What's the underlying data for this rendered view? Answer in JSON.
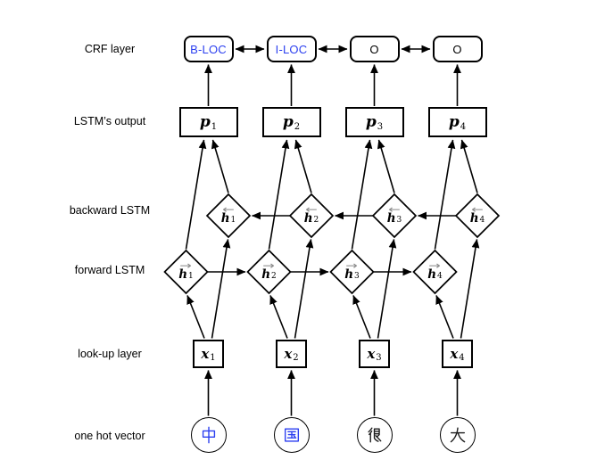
{
  "colors": {
    "accent_blue": "#2b3ff0",
    "line_black": "#000000",
    "vector_arrow_gray": "#8a8a8a"
  },
  "rows": {
    "crf": {
      "label": "CRF layer"
    },
    "output": {
      "label": "LSTM’s output"
    },
    "backward": {
      "label": "backward LSTM"
    },
    "forward": {
      "label": "forward LSTM"
    },
    "lookup": {
      "label": "look-up layer"
    },
    "onehot": {
      "label": "one hot vector"
    }
  },
  "crf_nodes": [
    {
      "text": "B-LOC",
      "color": "blue"
    },
    {
      "text": "I-LOC",
      "color": "blue"
    },
    {
      "text": "O",
      "color": "black"
    },
    {
      "text": "O",
      "color": "black"
    }
  ],
  "output_nodes": [
    {
      "base": "p",
      "sub": "1"
    },
    {
      "base": "p",
      "sub": "2"
    },
    {
      "base": "p",
      "sub": "3"
    },
    {
      "base": "p",
      "sub": "4"
    }
  ],
  "backward_nodes": [
    {
      "vec": "←",
      "base": "h",
      "sub": "1"
    },
    {
      "vec": "←",
      "base": "h",
      "sub": "2"
    },
    {
      "vec": "←",
      "base": "h",
      "sub": "3"
    },
    {
      "vec": "←",
      "base": "h",
      "sub": "4"
    }
  ],
  "forward_nodes": [
    {
      "vec": "→",
      "base": "h",
      "sub": "1"
    },
    {
      "vec": "→",
      "base": "h",
      "sub": "2"
    },
    {
      "vec": "→",
      "base": "h",
      "sub": "3"
    },
    {
      "vec": "→",
      "base": "h",
      "sub": "4"
    }
  ],
  "lookup_nodes": [
    {
      "base": "x",
      "sub": "1"
    },
    {
      "base": "x",
      "sub": "2"
    },
    {
      "base": "x",
      "sub": "3"
    },
    {
      "base": "x",
      "sub": "4"
    }
  ],
  "onehot_nodes": [
    {
      "char": "中",
      "color": "blue"
    },
    {
      "char": "国",
      "color": "blue"
    },
    {
      "char": "很",
      "color": "black"
    },
    {
      "char": "大",
      "color": "black"
    }
  ],
  "connections": [
    "one hot vector → look-up layer (per column)",
    "look-up layer → forward LSTM and backward LSTM (per column)",
    "forward LSTM h1→h2→h3→h4 (left to right)",
    "backward LSTM h4→h3→h2→h1 (right to left)",
    "forward LSTM and backward LSTM → LSTM output p (per column)",
    "LSTM output p → CRF tag (per column)",
    "CRF tags linked with bidirectional arrows"
  ]
}
